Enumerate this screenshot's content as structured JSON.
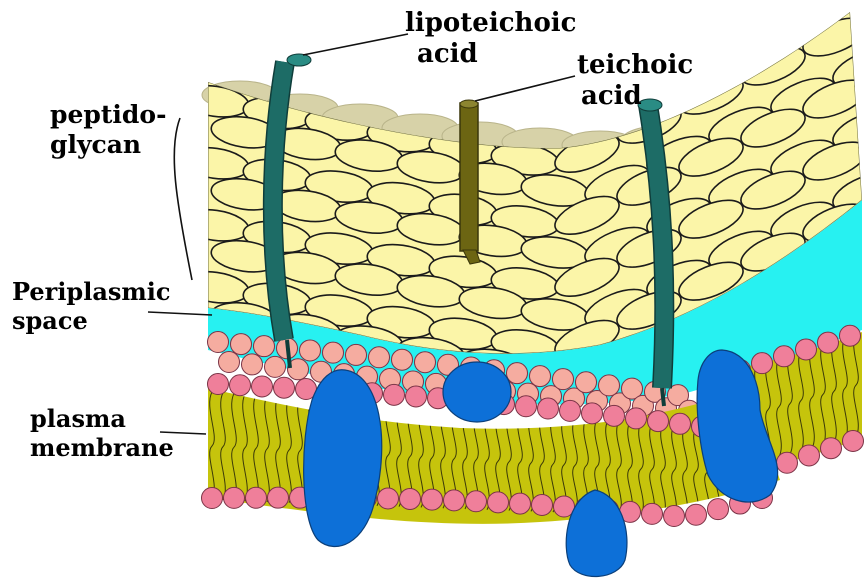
{
  "labels": {
    "peptidoglycan": [
      "peptido-",
      "glycan"
    ],
    "periplasmic": [
      "Periplasmic",
      "space"
    ],
    "plasma": [
      "plasma",
      "membrane"
    ],
    "lipoteichoic": [
      "lipoteichoic",
      "acid"
    ],
    "teichoic": [
      "teichoic",
      "acid"
    ]
  },
  "colors": {
    "peptidoglycan_fill": "#fbf5a8",
    "peptidoglycan_back": "#d7d2a8",
    "periplasm": "#27f1f1",
    "membrane_core": "#c6c40c",
    "head_outer": "#ef7f9a",
    "head_inner": "#f5aca0",
    "protein": "#0d70d8",
    "lipoteichoic_rod": "#1d6c66",
    "teichoic_rod": "#6c6512"
  }
}
